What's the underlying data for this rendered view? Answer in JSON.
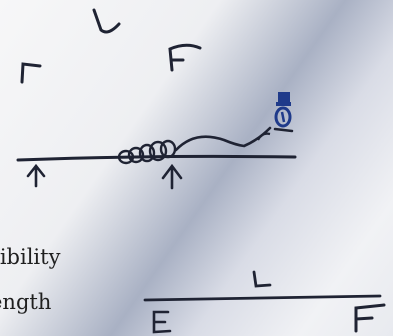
{
  "labels": {
    "top_L": "L",
    "top_F": "F",
    "left_mark": "⌐",
    "bottom_E": "E",
    "bottom_L": "L",
    "bottom_F": "F"
  },
  "text_lines": [
    "xibility",
    "ength"
  ],
  "colors": {
    "ink": "#1f2333",
    "blue_ink": "#1f3a8a"
  }
}
